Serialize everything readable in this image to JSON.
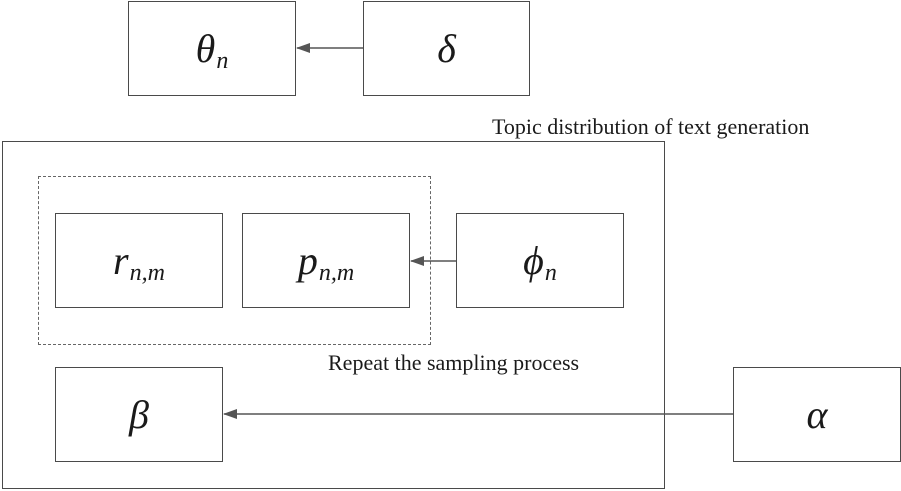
{
  "nodes": {
    "theta": {
      "symbol": "θ",
      "subscript": "n"
    },
    "delta": {
      "symbol": "δ",
      "subscript": ""
    },
    "r": {
      "symbol": "r",
      "subscript": "n,m"
    },
    "p": {
      "symbol": "p",
      "subscript": "n,m"
    },
    "phi": {
      "symbol": "ϕ",
      "subscript": "n"
    },
    "beta": {
      "symbol": "β",
      "subscript": ""
    },
    "alpha": {
      "symbol": "α",
      "subscript": ""
    }
  },
  "captions": {
    "topic": "Topic distribution of text generation",
    "repeat": "Repeat the sampling process"
  },
  "edges": [
    {
      "from": "delta",
      "to": "theta"
    },
    {
      "from": "phi",
      "to": "p"
    },
    {
      "from": "alpha",
      "to": "beta"
    }
  ],
  "colors": {
    "stroke": "#4a4a4a",
    "arrow": "#555555",
    "dashed": "#666666",
    "text": "#1a1a1a"
  }
}
